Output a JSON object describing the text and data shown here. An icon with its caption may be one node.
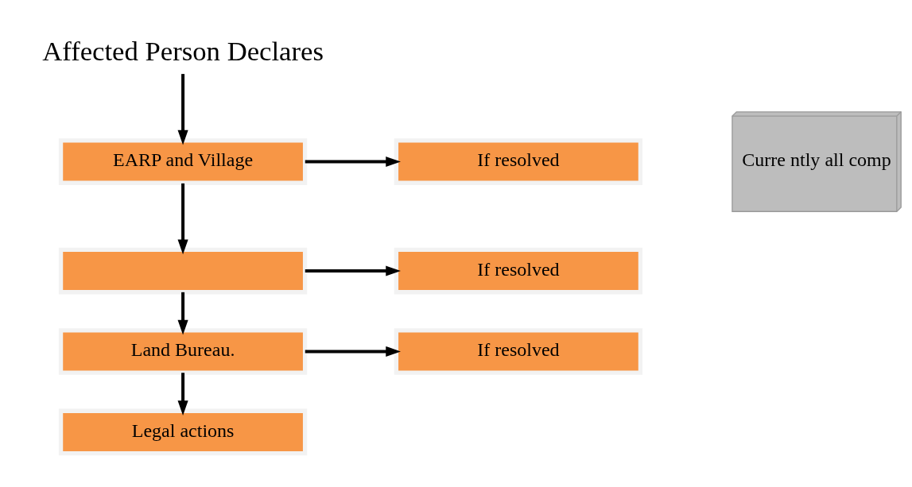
{
  "diagram": {
    "nodes": [
      {
        "text": [
          "Affected Person Declares"
        ]
      },
      {
        "text": [
          "EARP and Village"
        ]
      },
      {
        "text": [
          "If resolved"
        ]
      },
      {
        "text": [
          "Curre ntly all comp"
        ]
      },
      {
        "text": [],
        "shape": "box"
      },
      {
        "text": [
          "If resolved"
        ]
      },
      {
        "text": [
          "Land Bureau."
        ]
      },
      {
        "text": [
          "If resolved"
        ]
      },
      {
        "text": [
          "Legal actions"
        ]
      }
    ],
    "edges": [
      {
        "from": 0,
        "to": 1,
        "arrow": "to"
      },
      {
        "from": 1,
        "to": 2,
        "arrow": "to"
      },
      {
        "from": 1,
        "to": 4,
        "arrow": "to"
      },
      {
        "from": 4,
        "to": 5,
        "arrow": "to"
      },
      {
        "from": 4,
        "to": 6,
        "arrow": "to"
      },
      {
        "from": 6,
        "to": 7,
        "arrow": "to"
      },
      {
        "from": 6,
        "to": 8,
        "arrow": "to"
      }
    ]
  }
}
